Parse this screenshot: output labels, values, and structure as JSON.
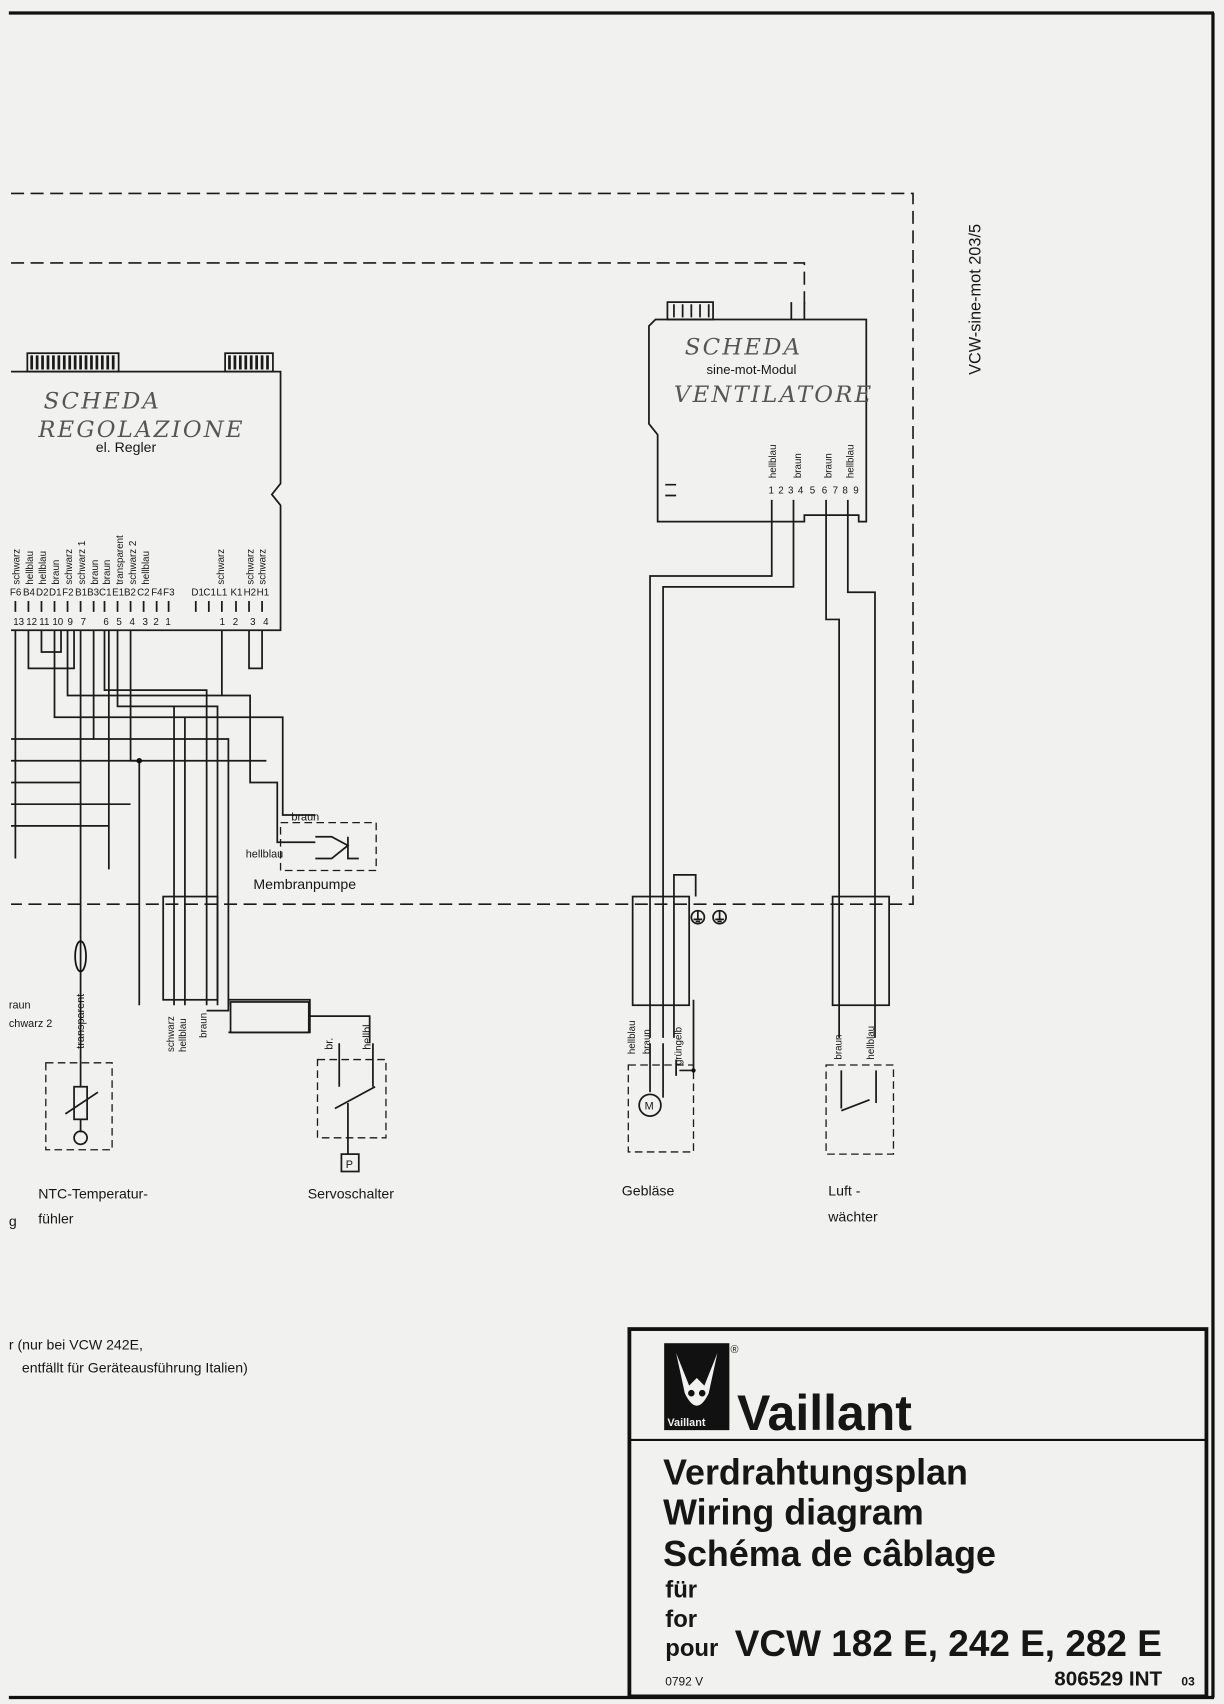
{
  "side_title": "VCW-sine-mot 203/5",
  "regler": {
    "handwritten_1": "SCHEDA",
    "handwritten_2": "REGOLAZIONE",
    "label": "el. Regler",
    "wire_colors": [
      "schwarz",
      "hellblau",
      "hellblau",
      "braun",
      "schwarz",
      "schwarz 1",
      "braun",
      "braun",
      "transparent",
      "schwarz 2",
      "hellblau",
      "schwarz",
      "schwarz",
      "schwarz"
    ],
    "pins": [
      "F6",
      "B4",
      "D2",
      "D1",
      "F2",
      "B1",
      "B3",
      "C1",
      "E1",
      "B2",
      "C2",
      "F4",
      "F3",
      "D1",
      "C1",
      "L1",
      "K1",
      "H2",
      "H1"
    ],
    "pin_numbers": [
      "13",
      "12",
      "11",
      "10",
      "9",
      "7",
      "6",
      "5",
      "4",
      "3",
      "2",
      "1",
      "1",
      "2",
      "3",
      "4"
    ]
  },
  "modul": {
    "handwritten_1": "SCHEDA",
    "label": "sine-mot-Modul",
    "handwritten_2": "VENTILATORE",
    "wire_colors": [
      "hellblau",
      "braun",
      "braun",
      "hellblau"
    ],
    "pin_numbers": [
      "1",
      "2",
      "3",
      "4",
      "5",
      "6",
      "7",
      "8",
      "9"
    ]
  },
  "membranpumpe": {
    "label": "Membranpumpe",
    "wire_1": "braun",
    "wire_2": "hellblau"
  },
  "left_cut": {
    "wire_1": "raun",
    "wire_2": "chwarz 2",
    "fragment": "g"
  },
  "ntc": {
    "label_1": "NTC-Temperatur-",
    "label_2": "fühler",
    "wire": "transparent"
  },
  "harness_labels": [
    "schwarz",
    "hellblau",
    "braun"
  ],
  "servoschalter": {
    "label": "Servoschalter",
    "wire_1": "br.",
    "wire_2": "hellbl",
    "p": "P"
  },
  "geblaese": {
    "label": "Gebläse",
    "wires": [
      "hellblau",
      "braun",
      "grüngelb"
    ],
    "motor": "M"
  },
  "luftwaechter": {
    "label_1": "Luft -",
    "label_2": "wächter",
    "wires": [
      "braun",
      "hellblau"
    ]
  },
  "note": {
    "line_1": "r (nur bei VCW 242E,",
    "line_2": "entfällt für Geräteausführung Italien)"
  },
  "title_block": {
    "brand": "Vaillant",
    "logo_text": "Vaillant",
    "registered": "®",
    "title_de": "Verdrahtungsplan",
    "title_en": "Wiring diagram",
    "title_fr": "Schéma de câblage",
    "for_de": "für",
    "for_en": "for",
    "for_fr": "pour",
    "models": "VCW 182 E, 242 E, 282 E",
    "date_code": "0792 V",
    "doc_number": "806529 INT",
    "doc_suffix": "03"
  }
}
